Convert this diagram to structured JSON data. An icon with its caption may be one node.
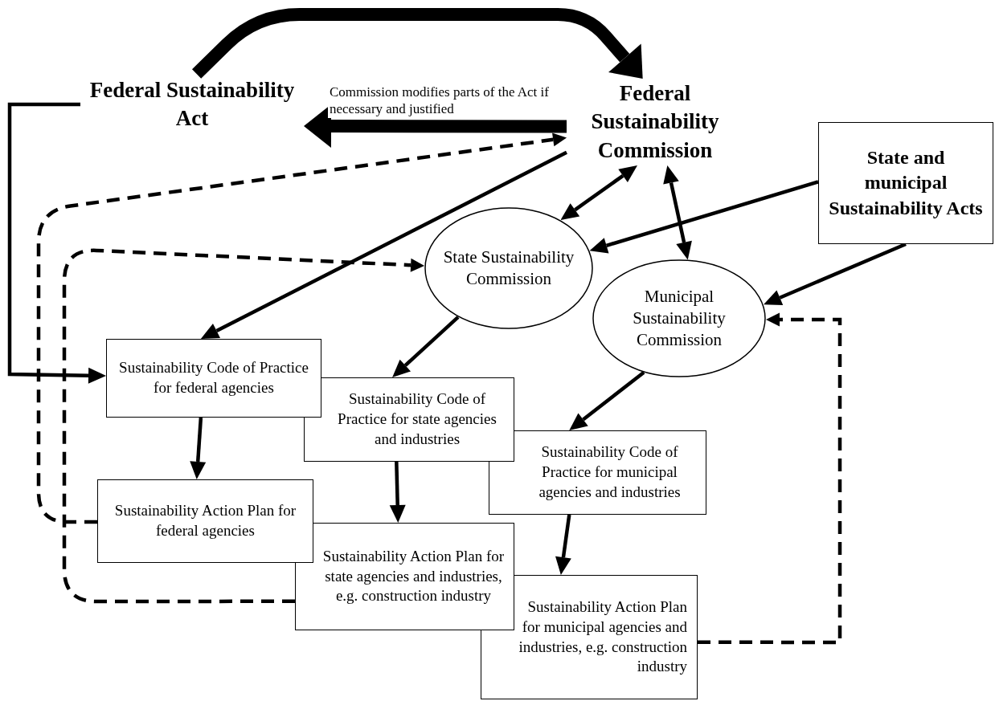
{
  "diagram": {
    "nodes": [
      {
        "text": [
          "Federal Sustainability Act"
        ]
      },
      {
        "text": [
          "Federal Sustainability Commission"
        ]
      },
      {
        "text": [
          "State and municipal Sustainability Acts"
        ]
      },
      {
        "text": [
          "State Sustainability Commission"
        ]
      },
      {
        "text": [
          "Municipal Sustainability Commission"
        ]
      },
      {
        "text": [
          "Sustainability Code of Practice for federal agencies"
        ]
      },
      {
        "text": [
          "Sustainability Code of Practice for state agencies and industries"
        ]
      },
      {
        "text": [
          "Sustainability Code of Practice for municipal agencies and industries"
        ]
      },
      {
        "text": [
          "Sustainability Action Plan for federal agencies"
        ]
      },
      {
        "text": [
          "Sustainability Action Plan for state agencies and industries, e.g. construction industry"
        ]
      },
      {
        "text": [
          "Sustainability Action Plan for municipal agencies and industries, e.g. construction industry"
        ]
      }
    ],
    "edges": [
      {
        "from": 0,
        "to": 1,
        "arrow": "to",
        "style": "thick"
      },
      {
        "from": 1,
        "to": 0,
        "arrow": "to",
        "style": "thick",
        "label": "Commission modifies parts of the Act if necessary and justified"
      },
      {
        "from": 0,
        "to": 5,
        "arrow": "to"
      },
      {
        "from": 1,
        "to": 5,
        "arrow": "to"
      },
      {
        "from": 1,
        "to": 3,
        "arrow": "both"
      },
      {
        "from": 1,
        "to": 4,
        "arrow": "both"
      },
      {
        "from": 2,
        "to": 3,
        "arrow": "to"
      },
      {
        "from": 2,
        "to": 4,
        "arrow": "to"
      },
      {
        "from": 3,
        "to": 6,
        "arrow": "to"
      },
      {
        "from": 4,
        "to": 7,
        "arrow": "to"
      },
      {
        "from": 5,
        "to": 8,
        "arrow": "to"
      },
      {
        "from": 6,
        "to": 9,
        "arrow": "to"
      },
      {
        "from": 7,
        "to": 10,
        "arrow": "to"
      },
      {
        "from": 8,
        "to": 1,
        "arrow": "to",
        "style": "dashed"
      },
      {
        "from": 9,
        "to": 3,
        "arrow": "to",
        "style": "dashed"
      },
      {
        "from": 10,
        "to": 4,
        "arrow": "to",
        "style": "dashed"
      }
    ]
  }
}
